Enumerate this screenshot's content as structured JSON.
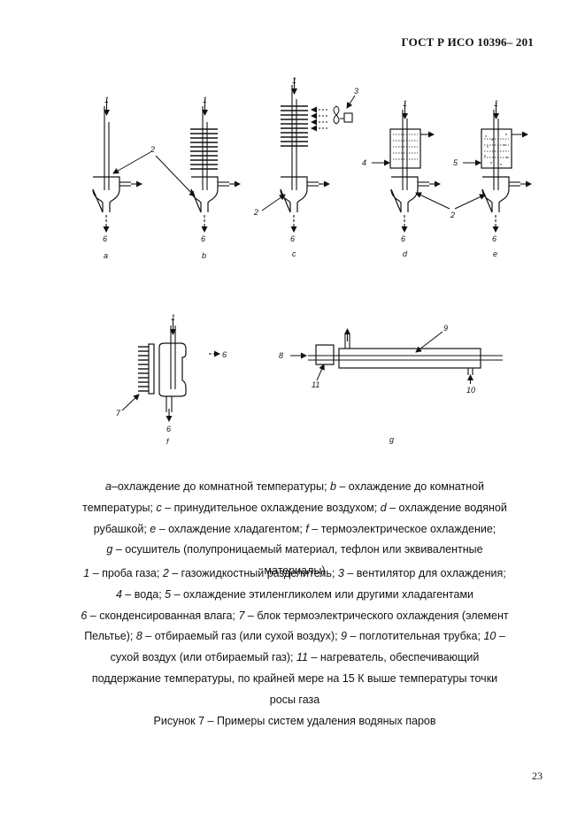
{
  "header": {
    "standard": "ГОСТ Р ИСО 10396– 201"
  },
  "figure": {
    "panel_labels": [
      "a",
      "b",
      "c",
      "d",
      "e",
      "f",
      "g"
    ],
    "callouts": [
      "1",
      "2",
      "3",
      "4",
      "5",
      "6",
      "7",
      "8",
      "9",
      "10",
      "11"
    ]
  },
  "caption_panels": [
    {
      "key": "a",
      "text": "–охлаждение до комнатной температуры; "
    },
    {
      "key": "b",
      "text": " – охлаждение до комнатной температуры; "
    },
    {
      "key": "c",
      "text": " – принудительное охлаждение воздухом; "
    },
    {
      "key": "d",
      "text": " – охлаждение водяной рубашкой; "
    },
    {
      "key": "e",
      "text": " – охлаждение хладагентом; "
    },
    {
      "key": "f",
      "text": " – термоэлектрическое охлаждение; "
    },
    {
      "key": "g",
      "text": " – осушитель (полупроницаемый материал, тефлон или эквивалентные материалы)"
    }
  ],
  "caption_legend": [
    {
      "key": "1",
      "text": " – проба газа; "
    },
    {
      "key": "2",
      "text": " – газожидкостный разделитель; "
    },
    {
      "key": "3",
      "text": " – вентилятор для охлаждения; "
    },
    {
      "key": "4",
      "text": " – вода; "
    },
    {
      "key": "5",
      "text": " – охлаждение этиленгликолем или другими хладагентами "
    },
    {
      "key": "6",
      "text": " – сконденсированная влага; "
    },
    {
      "key": "7",
      "text": " – блок термоэлектрического охлаждения (элемент Пельтье); "
    },
    {
      "key": "8",
      "text": " – отбираемый газ (или сухой воздух); "
    },
    {
      "key": "9",
      "text": " – поглотительная трубка; "
    },
    {
      "key": "10",
      "text": " – сухой воздух (или отбираемый газ); "
    },
    {
      "key": "11",
      "text": " – нагреватель, обеспечивающий поддержание температуры, по крайней мере на 15 К выше температуры точки росы газа"
    }
  ],
  "figure_title": "Рисунок 7 – Примеры систем удаления водяных паров",
  "page_number": "23"
}
